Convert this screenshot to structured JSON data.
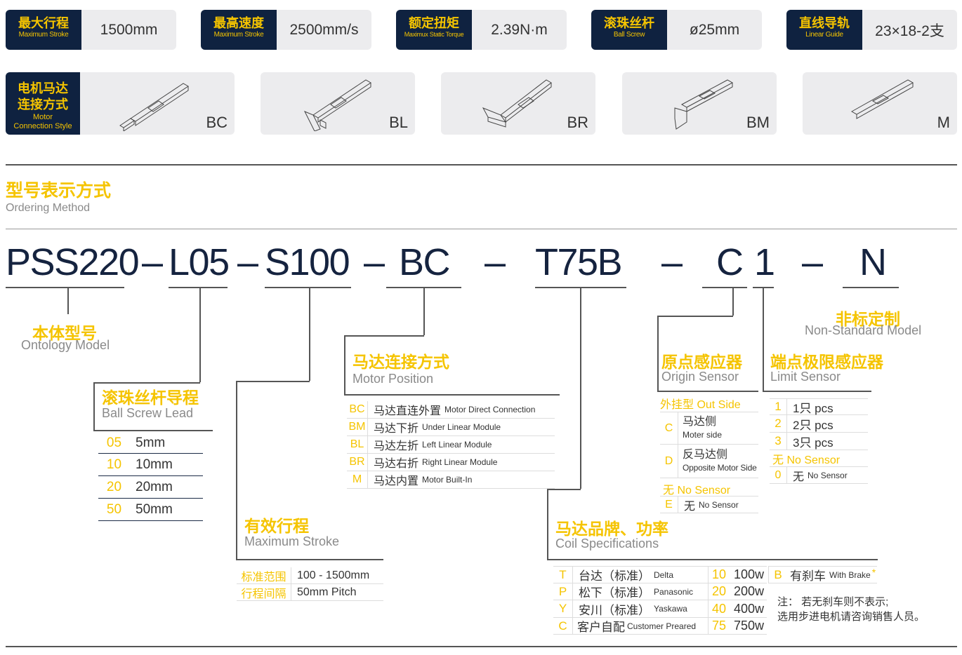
{
  "specs": [
    {
      "zh": "最大行程",
      "en": "Maximum Stroke",
      "value": "1500mm"
    },
    {
      "zh": "最高速度",
      "en": "Maximum Stroke",
      "value": "2500mm/s"
    },
    {
      "zh": "额定扭矩",
      "en": "Maximux Static Torque",
      "value": "2.39N·m"
    },
    {
      "zh": "滚珠丝杆",
      "en": "Ball Screw",
      "value": "ø25mm"
    },
    {
      "zh": "直线导轨",
      "en": "Linear Guide",
      "value": "23×18-2支"
    }
  ],
  "motor_style": {
    "zh1": "电机马达",
    "zh2": "连接方式",
    "en1": "Motor",
    "en2": "Connection Style",
    "codes": [
      "BC",
      "BL",
      "BR",
      "BM",
      "M"
    ]
  },
  "section": {
    "title": "型号表示方式",
    "subtitle": "Ordering Method"
  },
  "model": {
    "parts": [
      "PSS220",
      "–",
      "L05",
      "–",
      "S100",
      "–",
      "BC",
      "–",
      "T75B",
      "–",
      "C",
      "1",
      "–",
      "N"
    ]
  },
  "ontology": {
    "zh": "本体型号",
    "en": "Ontology Model"
  },
  "lead": {
    "zh": "滚珠丝杆导程",
    "en": "Ball Screw Lead",
    "rows": [
      {
        "k": "05",
        "v": "5mm"
      },
      {
        "k": "10",
        "v": "10mm"
      },
      {
        "k": "20",
        "v": "20mm"
      },
      {
        "k": "50",
        "v": "50mm"
      }
    ]
  },
  "stroke": {
    "zh": "有效行程",
    "en": "Maximum Stroke",
    "rows": [
      {
        "k": "标准范围",
        "v": "100 - 1500mm"
      },
      {
        "k": "行程间隔",
        "v": "50mm Pitch"
      }
    ]
  },
  "position": {
    "zh": "马达连接方式",
    "en": "Motor Position",
    "rows": [
      {
        "k": "BC",
        "v": "马达直连外置",
        "s": "Motor Direct Connection"
      },
      {
        "k": "BM",
        "v": "马达下折",
        "s": "Under Linear Module"
      },
      {
        "k": "BL",
        "v": "马达左折",
        "s": "Left Linear Module"
      },
      {
        "k": "BR",
        "v": "马达右折",
        "s": "Right Linear Module"
      },
      {
        "k": "M",
        "v": "马达内置",
        "s": "Motor Built-In"
      }
    ]
  },
  "coil": {
    "zh": "马达品牌、功率",
    "en": "Coil Specifications",
    "brands": [
      {
        "k": "T",
        "v": "台达（标准）",
        "s": "Delta"
      },
      {
        "k": "P",
        "v": "松下（标准）",
        "s": "Panasonic"
      },
      {
        "k": "Y",
        "v": "安川（标准）",
        "s": "Yaskawa"
      },
      {
        "k": "C",
        "v": "客户自配",
        "s": "Customer Preared"
      }
    ],
    "powers": [
      {
        "k": "10",
        "v": "100w"
      },
      {
        "k": "20",
        "v": "200w"
      },
      {
        "k": "40",
        "v": "400w"
      },
      {
        "k": "75",
        "v": "750w"
      }
    ],
    "brake": {
      "k": "B",
      "v": "有刹车",
      "s": "With Brake",
      "star": "*"
    },
    "note1": "注：  若无刹车则不表示;",
    "note2": "选用步进电机请咨询销售人员。"
  },
  "origin": {
    "zh": "原点感应器",
    "en": "Origin Sensor",
    "outside": "外挂型 Out Side",
    "rows": [
      {
        "k": "C",
        "v": "马达侧",
        "s": "Moter side"
      },
      {
        "k": "D",
        "v": "反马达侧",
        "s": "Opposite Motor Side"
      }
    ],
    "none_head": "无 No Sensor",
    "none": {
      "k": "E",
      "v": "无",
      "s": "No Sensor"
    }
  },
  "limit": {
    "zh": "端点极限感应器",
    "en": "Limit Sensor",
    "rows": [
      {
        "k": "1",
        "v": "1只 pcs"
      },
      {
        "k": "2",
        "v": "2只 pcs"
      },
      {
        "k": "3",
        "v": "3只 pcs"
      }
    ],
    "none_head": "无 No Sensor",
    "none": {
      "k": "0",
      "v": "无",
      "s": "No Sensor"
    }
  },
  "nonstd": {
    "zh": "非标定制",
    "en": "Non-Standard Model"
  }
}
